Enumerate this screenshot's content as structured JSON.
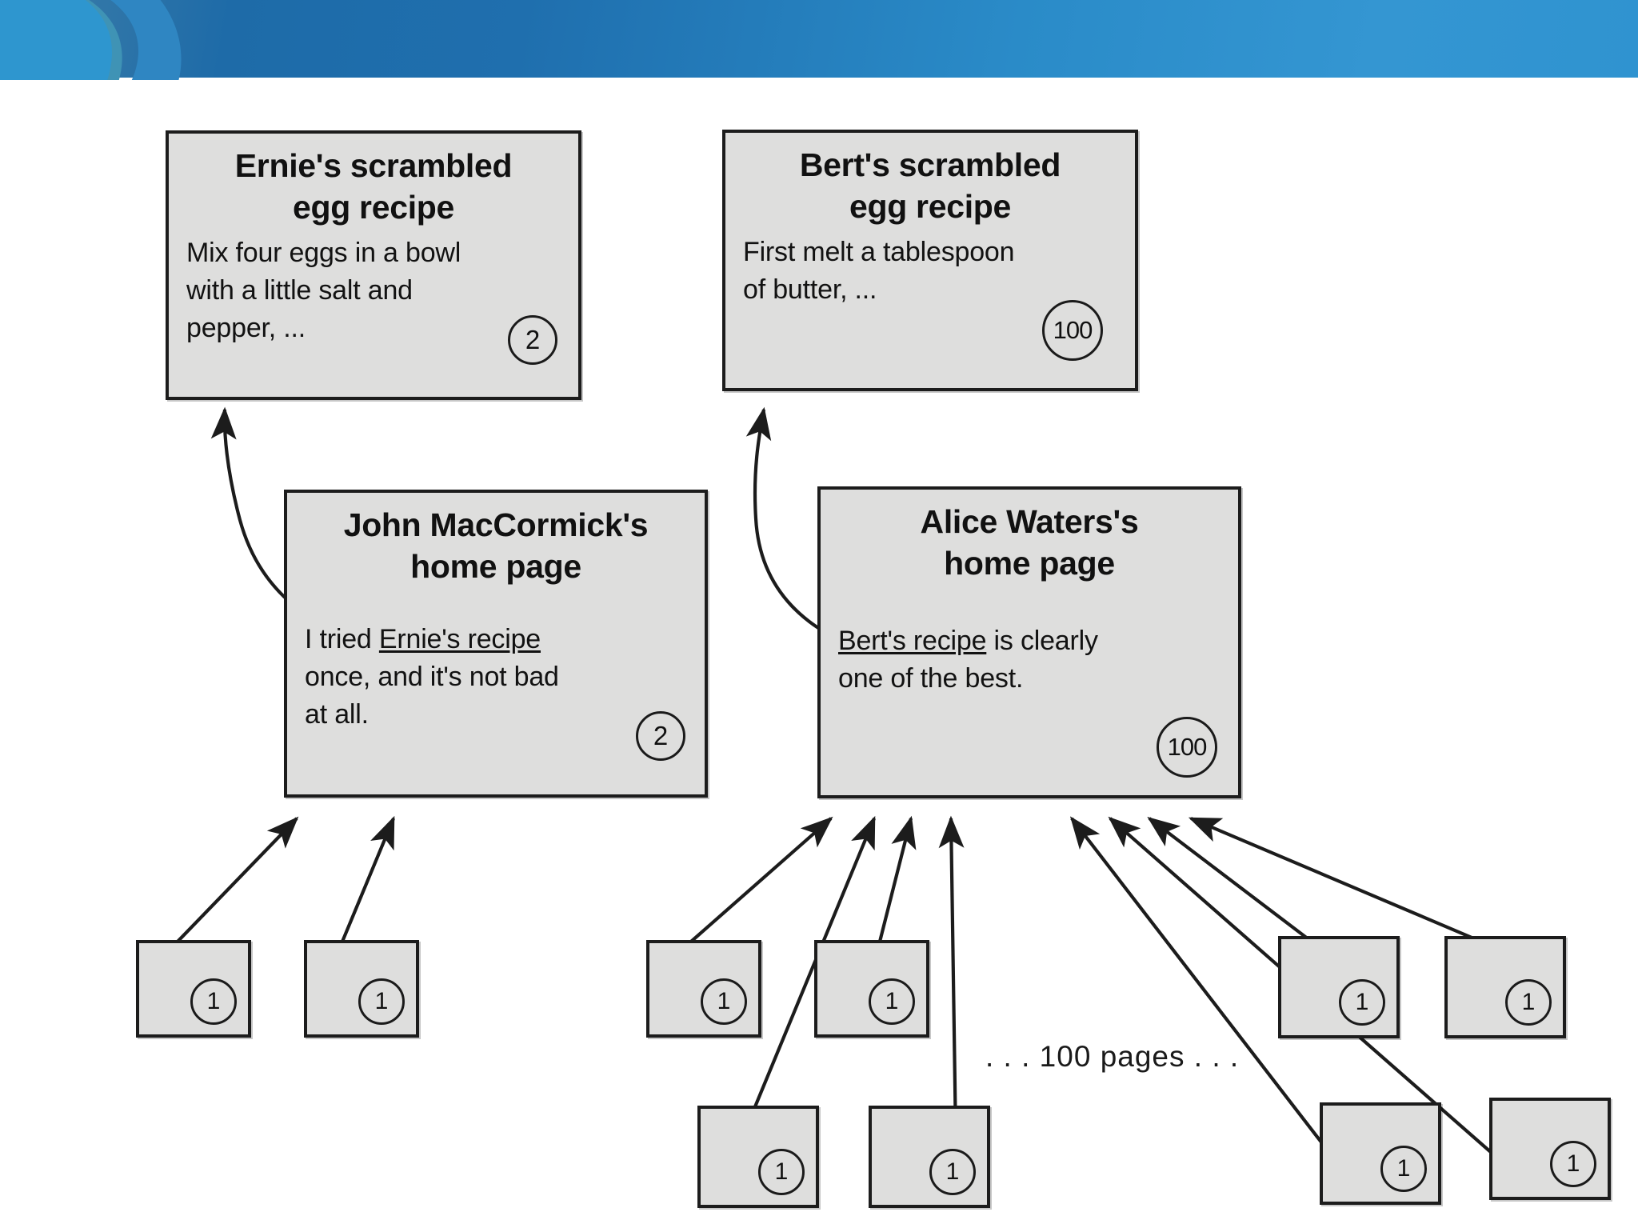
{
  "slide": {
    "header": {
      "band_color_left": "#1e6ba8",
      "band_color_right": "#2f93d0",
      "swoosh_color_a": "#2e9ad4",
      "swoosh_color_b": "#2f86c2",
      "swoosh_color_c": "#4c9fb4"
    },
    "background_color": "#ffffff"
  },
  "diagram": {
    "type": "link-graph",
    "caption": ". . . 100 pages . . .",
    "nodes": [
      {
        "id": "ernie-recipe",
        "kind": "page",
        "title": "Ernie's scrambled egg recipe",
        "title_line1": "Ernie's scrambled",
        "title_line2": "egg recipe",
        "body": "Mix four eggs in a bowl with a little salt and pepper, ...",
        "body_line1": "Mix four eggs in a bowl",
        "body_line2": "with a little salt and",
        "body_line3": "pepper, ...",
        "rank": "2"
      },
      {
        "id": "bert-recipe",
        "kind": "page",
        "title": "Bert's scrambled egg recipe",
        "title_line1": "Bert's scrambled",
        "title_line2": "egg recipe",
        "body": "First melt a tablespoon of butter, ...",
        "body_line1": "First melt a tablespoon",
        "body_line2": "of butter, ...",
        "rank": "100"
      },
      {
        "id": "john-home",
        "kind": "page",
        "title": "John MacCormick's home page",
        "title_line1": "John MacCormick's",
        "title_line2": "home page",
        "body": "I tried Ernie's recipe once, and it's not bad at all.",
        "body_pre": "I tried ",
        "body_link": "Ernie's recipe",
        "body_line2": "once, and it's not bad",
        "body_line3": "at all.",
        "rank": "2"
      },
      {
        "id": "alice-home",
        "kind": "page",
        "title": "Alice Waters's home page",
        "title_line1": "Alice Waters's",
        "title_line2": "home page",
        "body": "Bert's recipe is clearly one of the best.",
        "body_link": "Bert's recipe",
        "body_post": " is clearly",
        "body_line2": "one of the best.",
        "rank": "100"
      }
    ],
    "leaf_rank": "1",
    "leaf_nodes": [
      {
        "id": "leaf-1",
        "rank": "1"
      },
      {
        "id": "leaf-2",
        "rank": "1"
      },
      {
        "id": "leaf-3",
        "rank": "1"
      },
      {
        "id": "leaf-4",
        "rank": "1"
      },
      {
        "id": "leaf-5",
        "rank": "1"
      },
      {
        "id": "leaf-6",
        "rank": "1"
      },
      {
        "id": "leaf-7",
        "rank": "1"
      },
      {
        "id": "leaf-8",
        "rank": "1"
      },
      {
        "id": "leaf-9",
        "rank": "1"
      },
      {
        "id": "leaf-10",
        "rank": "1"
      }
    ]
  }
}
